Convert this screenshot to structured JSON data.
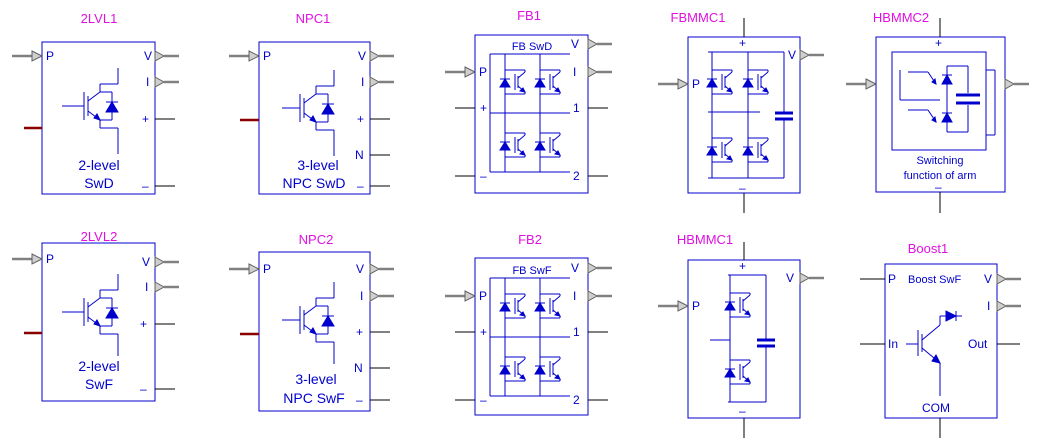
{
  "colors": {
    "title": "#e010e0",
    "box_border": "#0000cc",
    "symbol": "#0000cc",
    "wire": "#000000",
    "control_wire": "#8b0000",
    "port_arrow": "#808080"
  },
  "blocks": {
    "lvl2_1": {
      "title": "2LVL1",
      "pin_p": "P",
      "pin_v": "V",
      "pin_i": "I",
      "pin_plus": "+",
      "pin_minus": "–",
      "caption_1": "2-level",
      "caption_2": "SwD"
    },
    "npc1": {
      "title": "NPC1",
      "pin_p": "P",
      "pin_v": "V",
      "pin_i": "I",
      "pin_plus": "+",
      "pin_n": "N",
      "pin_minus": "–",
      "caption_1": "3-level",
      "caption_2": "NPC SwD"
    },
    "fb1": {
      "title": "FB1",
      "header": "FB SwD",
      "pin_p": "P",
      "pin_v": "V",
      "pin_i": "I",
      "pin_plus": "+",
      "pin_minus": "–",
      "pin_1": "1",
      "pin_2": "2"
    },
    "fbmmc1": {
      "title": "FBMMC1",
      "pin_p": "P",
      "pin_v": "V",
      "pin_plus": "+",
      "pin_minus": "–"
    },
    "hbmmc2": {
      "title": "HBMMC2",
      "pin_plus": "+",
      "pin_minus": "–",
      "caption_1": "Switching",
      "caption_2": "function of arm"
    },
    "lvl2_2": {
      "title": "2LVL2",
      "pin_p": "P",
      "pin_v": "V",
      "pin_i": "I",
      "pin_plus": "+",
      "pin_minus": "–",
      "caption_1": "2-level",
      "caption_2": "SwF"
    },
    "npc2": {
      "title": "NPC2",
      "pin_p": "P",
      "pin_v": "V",
      "pin_i": "I",
      "pin_plus": "+",
      "pin_n": "N",
      "pin_minus": "–",
      "caption_1": "3-level",
      "caption_2": "NPC SwF"
    },
    "fb2": {
      "title": "FB2",
      "header": "FB SwF",
      "pin_p": "P",
      "pin_v": "V",
      "pin_i": "I",
      "pin_plus": "+",
      "pin_minus": "–",
      "pin_1": "1",
      "pin_2": "2"
    },
    "hbmmc1": {
      "title": "HBMMC1",
      "pin_p": "P",
      "pin_v": "V",
      "pin_plus": "+",
      "pin_minus": "–"
    },
    "boost1": {
      "title": "Boost1",
      "header": "Boost SwF",
      "pin_p": "P",
      "pin_v": "V",
      "pin_i": "I",
      "pin_in": "In",
      "pin_out": "Out",
      "pin_com": "COM"
    }
  }
}
